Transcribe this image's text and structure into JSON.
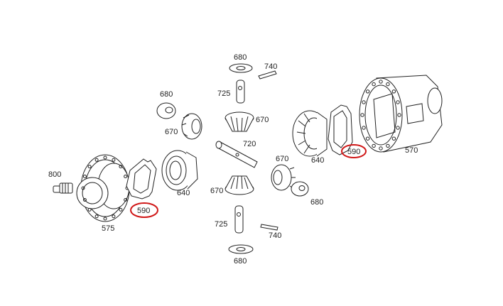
{
  "diagram": {
    "callout_color": "#d01818",
    "labels": {
      "p680_top": "680",
      "p740_top": "740",
      "p725_top": "725",
      "p670_top": "670",
      "p680_left": "680",
      "p670_left": "670",
      "p720": "720",
      "p640_right": "640",
      "p590_right": "590",
      "p570": "570",
      "p800": "800",
      "p590_left": "590",
      "p640_left": "640",
      "p575": "575",
      "p670_center": "670",
      "p670_right": "670",
      "p680_right": "680",
      "p725_bottom": "725",
      "p740_bottom": "740",
      "p680_bottom": "680"
    }
  }
}
